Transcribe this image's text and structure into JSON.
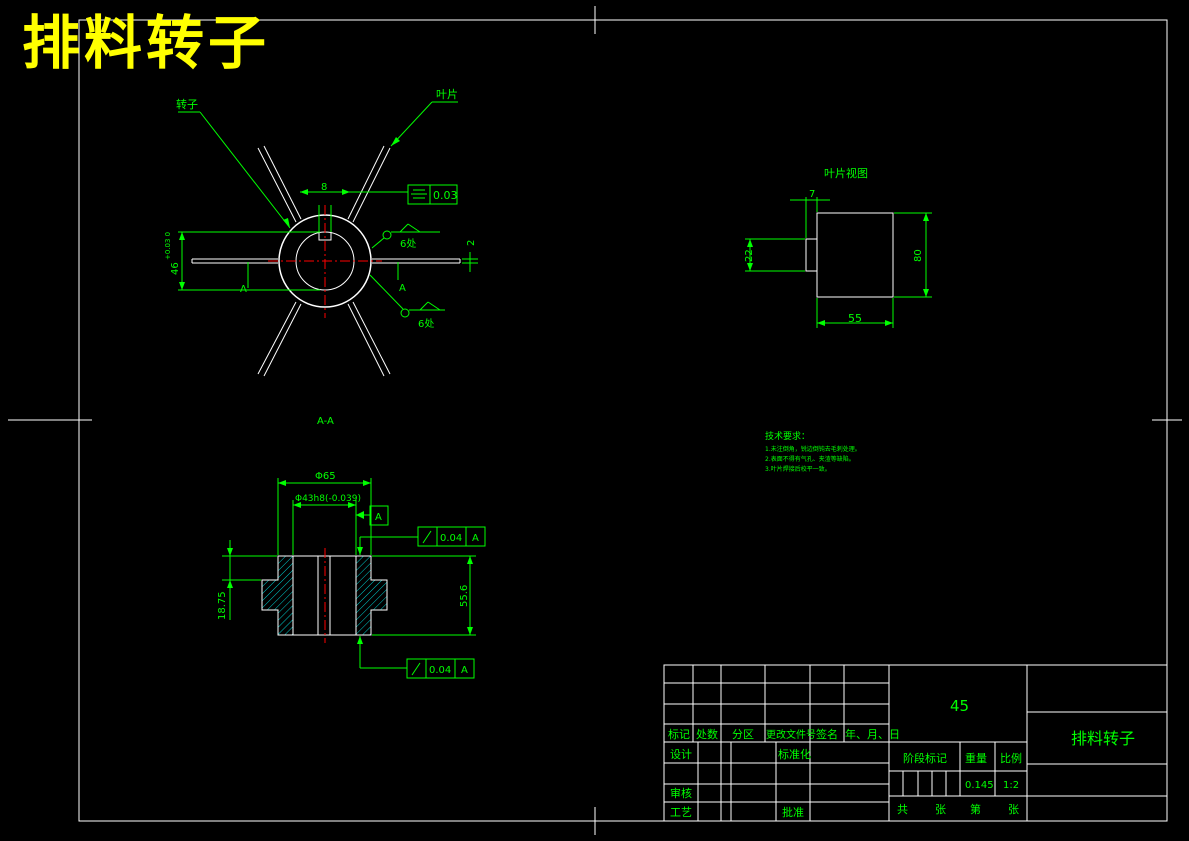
{
  "colors": {
    "background": "#000000",
    "outline": "#ffffff",
    "dimension": "#00ff00",
    "centerline": "#ff0000",
    "title": "#ffff00"
  },
  "title": "排料转子",
  "top_view": {
    "label_rotor": "转子",
    "label_blade": "叶片",
    "dim_keyway": "8",
    "tolerance_symmetry": "0.03",
    "dim_side": "2",
    "roughness_a": "6处",
    "roughness_b": "6处",
    "datum_left": "A",
    "datum_right": "A",
    "dim_bore": "46",
    "dim_bore_tol": "+0.03\n0",
    "section_label": "A-A"
  },
  "blade_view": {
    "title": "叶片视图",
    "dim_7": "7",
    "dim_22": "22",
    "dim_80": "80",
    "dim_55": "55"
  },
  "tech_requirements": {
    "heading": "技术要求：",
    "items": [
      "1.未注倒角，锐边倒钝去毛刺处理。",
      "2.表面不得有气孔、夹渣等缺陷。",
      "3.叶片焊接后校平一致。"
    ]
  },
  "section_view": {
    "dim_outer": "Φ65",
    "dim_inner": "Φ43h8(-0.039)",
    "datum": "A",
    "runout_1_value": "0.04",
    "runout_1_datum": "A",
    "runout_2_value": "0.04",
    "runout_2_datum": "A",
    "dim_left": "18.75",
    "dim_right": "55.6"
  },
  "title_block": {
    "material": "45",
    "part_name": "排料转子",
    "headers": [
      "标记",
      "处数",
      "分区",
      "更改文件号",
      "签名",
      "年、月、日"
    ],
    "design": "设计",
    "standardize": "标准化",
    "review": "审核",
    "process": "工艺",
    "approve": "批准",
    "stage_mark": "阶段标记",
    "weight_label": "重量",
    "scale_label": "比例",
    "weight_value": "0.145",
    "scale_value": "1:2",
    "total": "共",
    "sheets": "张",
    "page": "第",
    "sheets2": "张"
  }
}
